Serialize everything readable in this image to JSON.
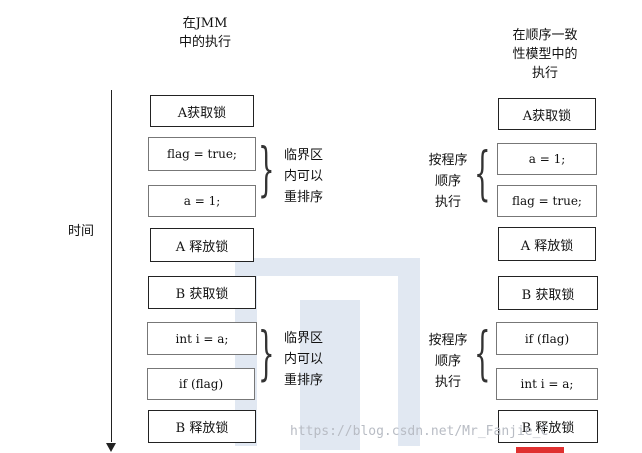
{
  "left": {
    "heading": [
      "在JMM",
      "中的执行"
    ],
    "steps": [
      "A获取锁",
      "flag = true;",
      "a = 1;",
      "A 释放锁",
      "B 获取锁",
      "int i = a;",
      "if (flag)",
      "B 释放锁"
    ],
    "notes": [
      [
        "临界区",
        "内可以",
        "重排序"
      ],
      [
        "临界区",
        "内可以",
        "重排序"
      ]
    ]
  },
  "right": {
    "heading": [
      "在顺序一致",
      "性模型中的",
      "执行"
    ],
    "steps": [
      "A获取锁",
      "a = 1;",
      "flag = true;",
      "A 释放锁",
      "B 获取锁",
      "if (flag)",
      "int i = a;",
      "B 释放锁"
    ],
    "notes": [
      [
        "按程序",
        "顺序",
        "执行"
      ],
      [
        "按程序",
        "顺序",
        "执行"
      ]
    ]
  },
  "axis": {
    "label": "时间"
  },
  "watermark": "https://blog.csdn.net/Mr_Fanjie_C",
  "colors": {
    "border": "#222222",
    "watermark_bg": "#c9d5e8"
  }
}
